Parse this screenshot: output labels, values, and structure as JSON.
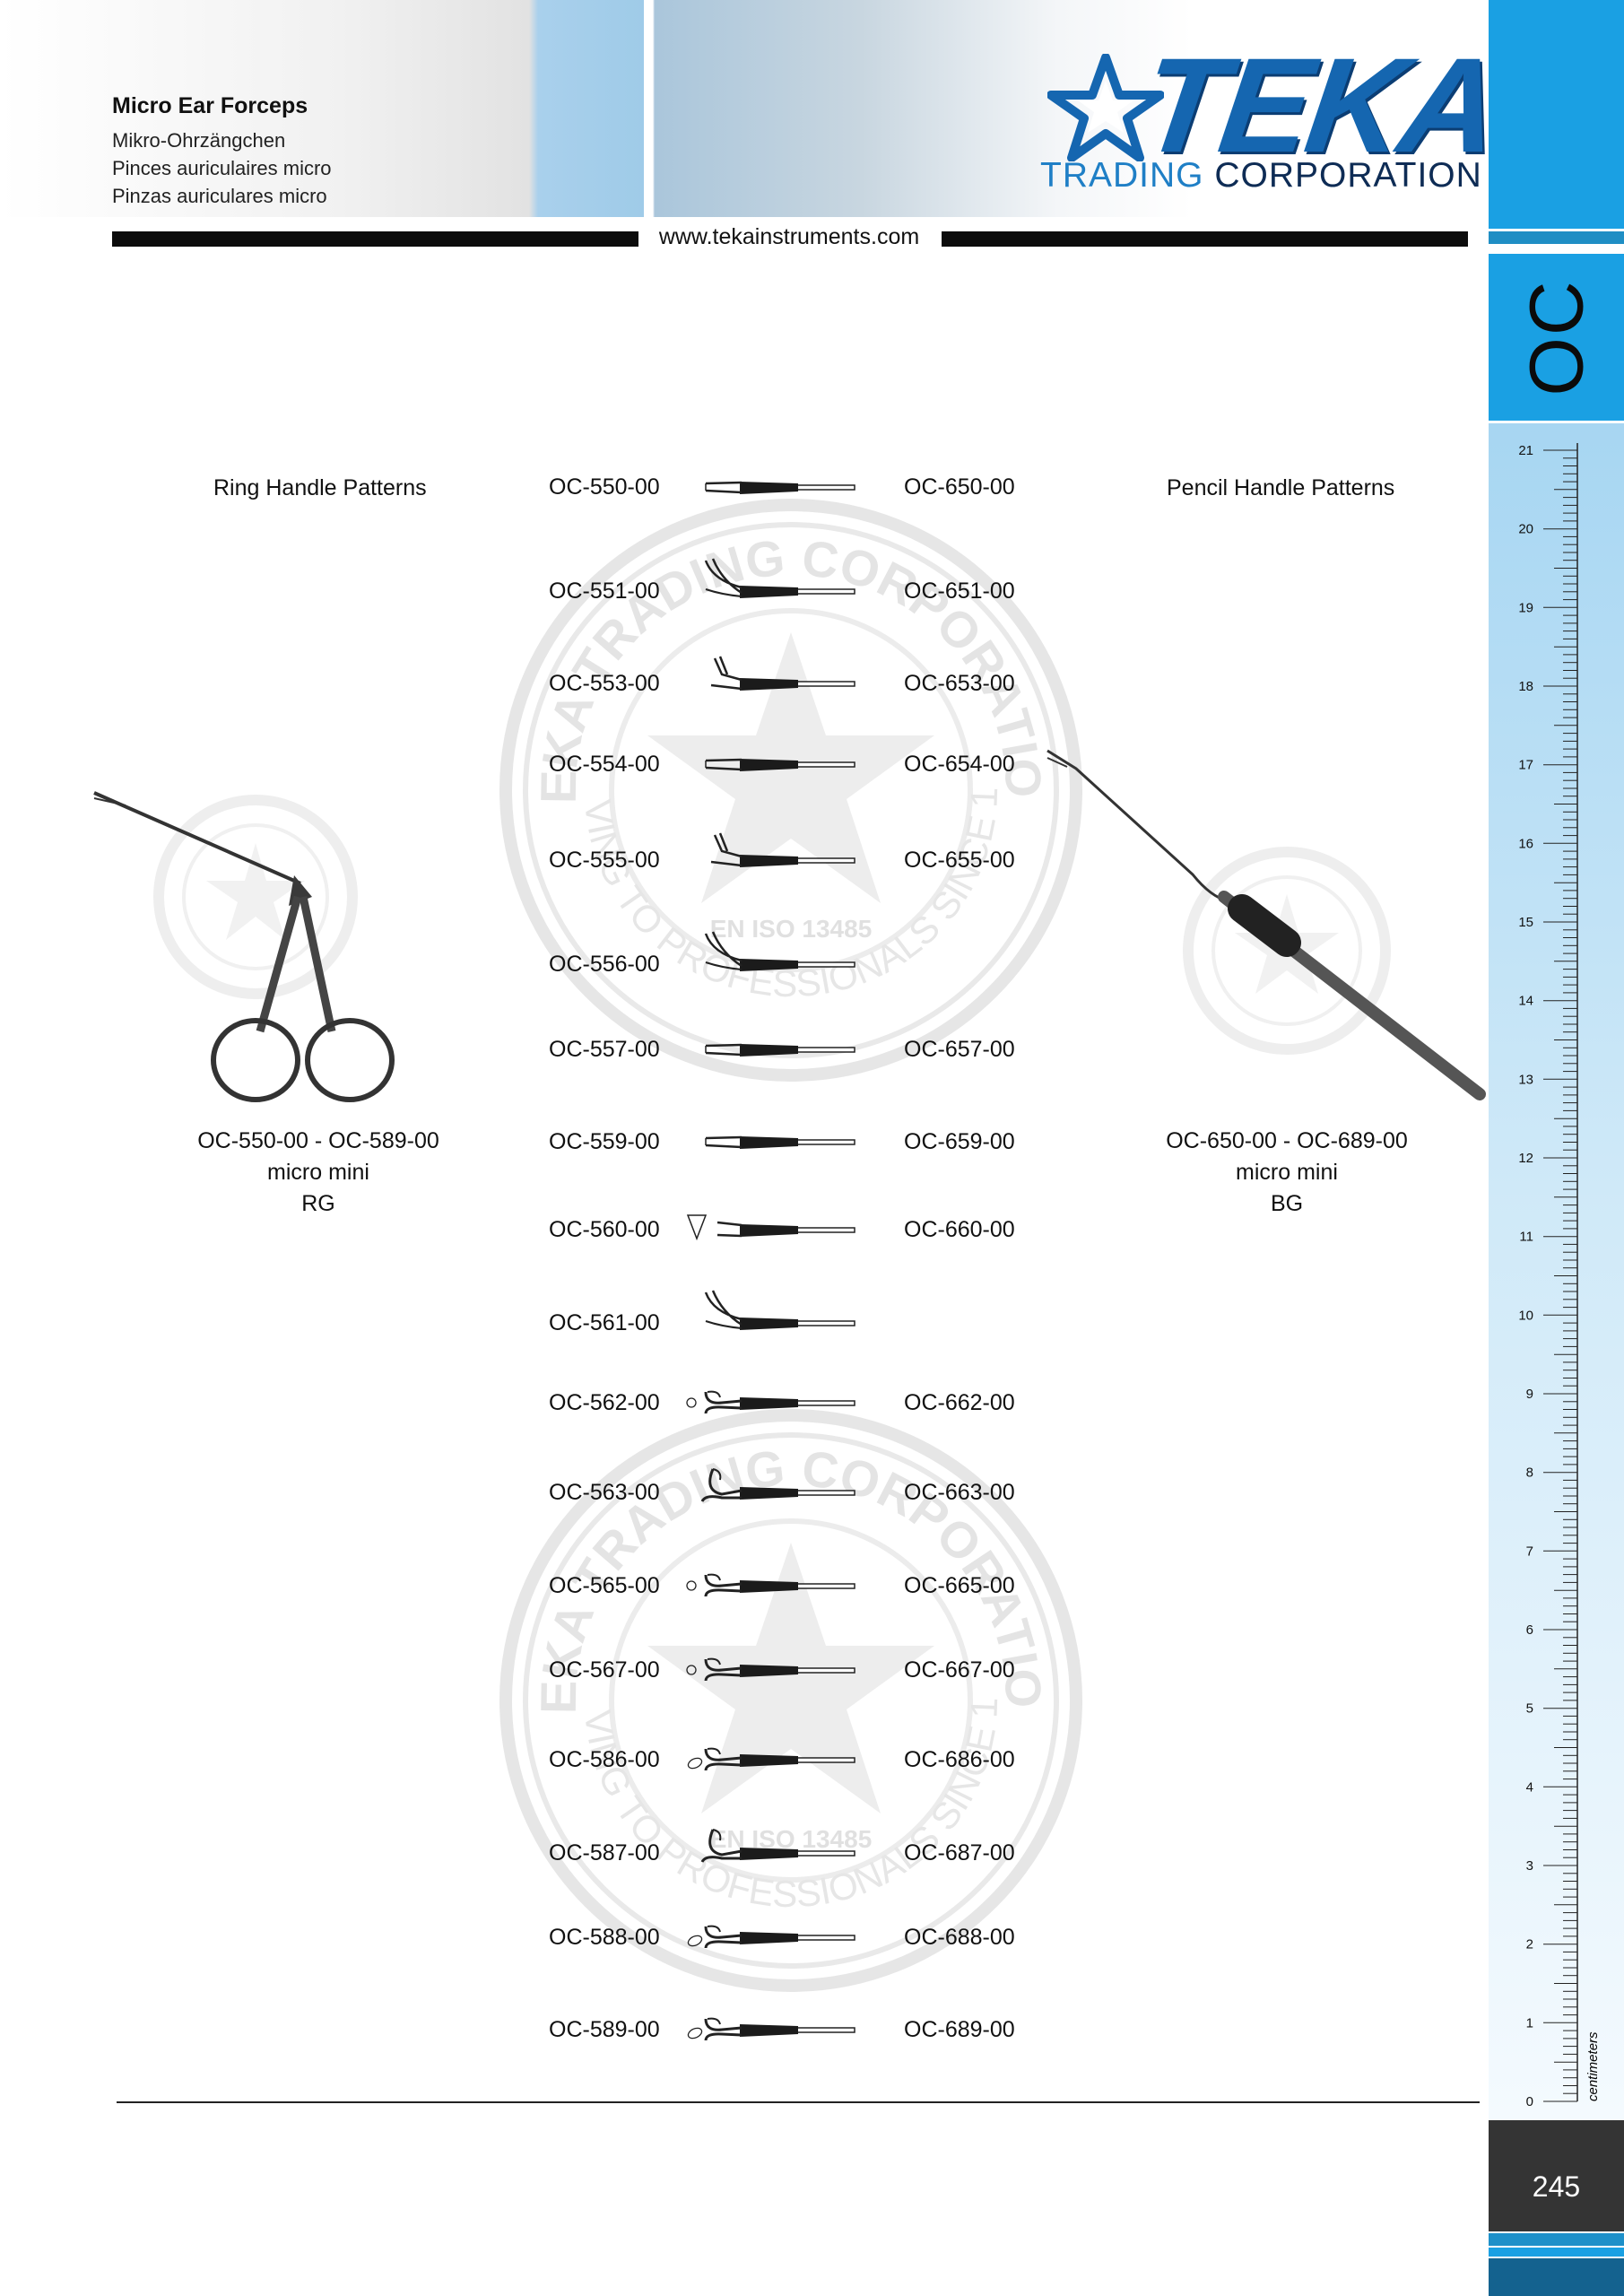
{
  "header": {
    "title": "Micro Ear Forceps",
    "subtitles": [
      "Mikro-Ohrzängchen",
      "Pinces auriculaires micro",
      "Pinzas auriculares micro"
    ],
    "website": "www.tekainstruments.com"
  },
  "logo": {
    "brand": "TEKA",
    "line_a": "TRADING",
    "line_b": "CORPORATION",
    "colors": {
      "blue": "#1566b0",
      "light_blue": "#1f7fc6",
      "navy": "#0e2c55"
    }
  },
  "sidebar": {
    "section": "OC",
    "page_number": "245",
    "ruler_unit": "centimeters",
    "ruler_max_cm": 21,
    "colors": {
      "accent": "#1aa0e3",
      "dark": "#343434"
    }
  },
  "left_panel": {
    "heading": "Ring  Handle  Patterns",
    "range": "OC-550-00  -  OC-589-00",
    "size": "micro  mini",
    "code": "RG"
  },
  "right_panel": {
    "heading": "Pencil  Handle  Patterns",
    "range": "OC-650-00  -  OC-689-00",
    "size": "micro  mini",
    "code": "BG"
  },
  "watermark": {
    "ring_text_top": "TEKA TRADING CORPORATION",
    "ring_text_bottom": "SERVING TO PROFESSIONALS SINCE 1999",
    "center_text": "EN ISO 13485"
  },
  "items": [
    {
      "left": "OC-550-00",
      "right": "OC-650-00",
      "tip": "straight"
    },
    {
      "left": "OC-551-00",
      "right": "OC-651-00",
      "tip": "up-curved"
    },
    {
      "left": "OC-553-00",
      "right": "OC-653-00",
      "tip": "angled"
    },
    {
      "left": "OC-554-00",
      "right": "OC-654-00",
      "tip": "straight"
    },
    {
      "left": "OC-555-00",
      "right": "OC-655-00",
      "tip": "angled"
    },
    {
      "left": "OC-556-00",
      "right": "",
      "tip": "up-curved"
    },
    {
      "left": "OC-557-00",
      "right": "OC-657-00",
      "tip": "straight"
    },
    {
      "left": "OC-559-00",
      "right": "OC-659-00",
      "tip": "straight"
    },
    {
      "left": "OC-560-00",
      "right": "OC-660-00",
      "tip": "serrated"
    },
    {
      "left": "OC-561-00",
      "right": "",
      "tip": "up-curved"
    },
    {
      "left": "OC-562-00",
      "right": "OC-662-00",
      "tip": "cup"
    },
    {
      "left": "OC-563-00",
      "right": "OC-663-00",
      "tip": "cup-curved"
    },
    {
      "left": "OC-565-00",
      "right": "OC-665-00",
      "tip": "cup"
    },
    {
      "left": "OC-567-00",
      "right": "OC-667-00",
      "tip": "cup"
    },
    {
      "left": "OC-586-00",
      "right": "OC-686-00",
      "tip": "cup-oval"
    },
    {
      "left": "OC-587-00",
      "right": "OC-687-00",
      "tip": "cup-curved"
    },
    {
      "left": "OC-588-00",
      "right": "OC-688-00",
      "tip": "cup-oval"
    },
    {
      "left": "OC-589-00",
      "right": "OC-689-00",
      "tip": "cup-oval"
    }
  ]
}
